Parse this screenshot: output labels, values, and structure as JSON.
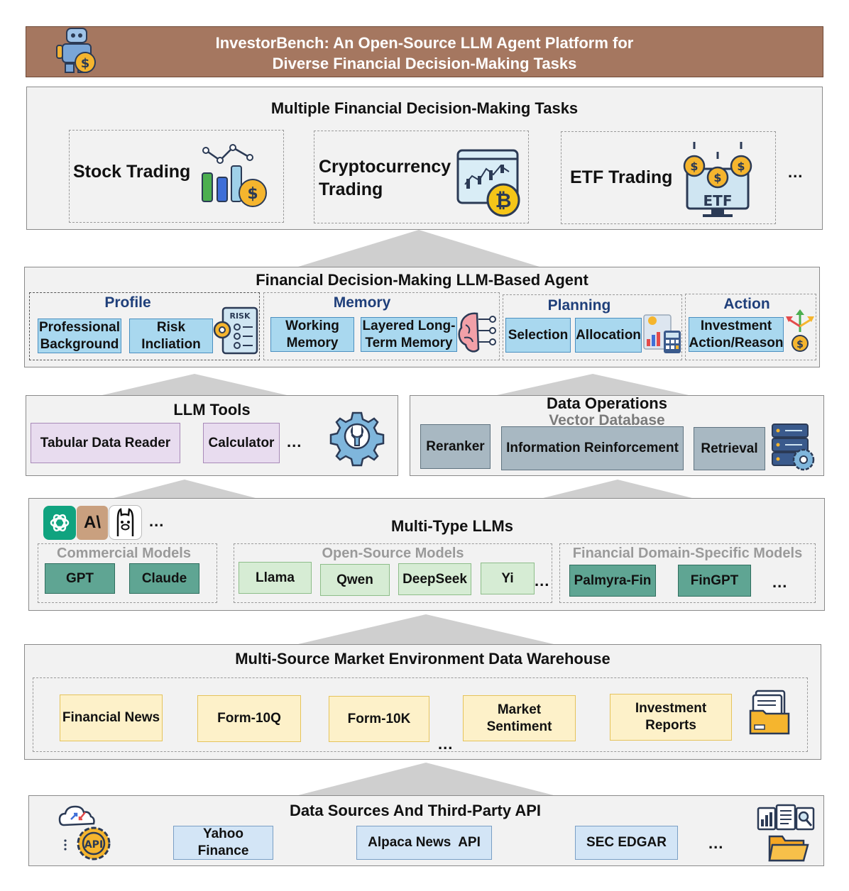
{
  "banner": {
    "title_line1": "InvestorBench: An Open-Source LLM Agent Platform for",
    "title_line2": "Diverse Financial Decision-Making Tasks"
  },
  "tasks": {
    "title": "Multiple Financial Decision-Making Tasks",
    "stock": "Stock Trading",
    "crypto_line1": "Cryptocurrency",
    "crypto_line2": "Trading",
    "etf": "ETF Trading",
    "etf_icon_text": "ETF",
    "more": "..."
  },
  "agent": {
    "title": "Financial Decision-Making LLM-Based Agent",
    "profile": {
      "title": "Profile",
      "item1_line1": "Professional",
      "item1_line2": "Background",
      "item2_line1": "Risk",
      "item2_line2": "Incliation",
      "icon_text": "RISK"
    },
    "memory": {
      "title": "Memory",
      "item1_line1": "Working",
      "item1_line2": "Memory",
      "item2_line1": "Layered Long-",
      "item2_line2": "Term Memory"
    },
    "planning": {
      "title": "Planning",
      "item1": "Selection",
      "item2": "Allocation"
    },
    "action": {
      "title": "Action",
      "item1_line1": "Investment",
      "item1_line2": "Action/Reason"
    }
  },
  "llm_tools": {
    "title": "LLM Tools",
    "item1": "Tabular Data Reader",
    "item2": "Calculator",
    "more": "..."
  },
  "data_ops": {
    "title": "Data Operations",
    "subtitle": "Vector Database",
    "item1": "Reranker",
    "item2": "Information Reinforcement",
    "item3": "Retrieval"
  },
  "llms": {
    "title": "Multi-Type LLMs",
    "logo_more": "...",
    "commercial": {
      "title": "Commercial Models",
      "items": [
        "GPT",
        "Claude"
      ]
    },
    "open_source": {
      "title": "Open-Source Models",
      "items": [
        "Llama",
        "Qwen",
        "DeepSeek",
        "Yi"
      ],
      "more": "..."
    },
    "financial": {
      "title": "Financial Domain-Specific Models",
      "items": [
        "Palmyra-Fin",
        "FinGPT"
      ],
      "more": "..."
    },
    "anthropic_logo_text": "A\\"
  },
  "warehouse": {
    "title": "Multi-Source Market Environment Data Warehouse",
    "item1": "Financial News",
    "item2": "Form-10Q",
    "item3": "Form-10K",
    "item4_line1": "Market",
    "item4_line2": "Sentiment",
    "item5_line1": "Investment",
    "item5_line2": "Reports",
    "more": "..."
  },
  "sources": {
    "title": "Data Sources And Third-Party API",
    "item1_line1": "Yahoo",
    "item1_line2": "Finance",
    "item2": "Alpaca News  API",
    "item3": "SEC EDGAR",
    "more": "...",
    "api_icon_text": "API"
  },
  "colors": {
    "banner": "#a57760",
    "panel": "#f2f2f2",
    "arrow": "#cfcfcf",
    "agent_title": "#1f3f7a"
  }
}
